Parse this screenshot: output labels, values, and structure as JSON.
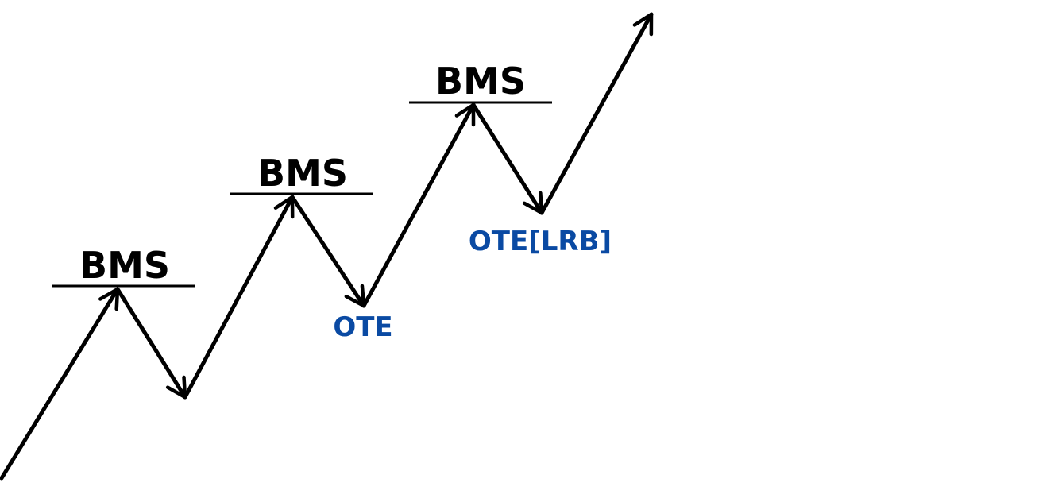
{
  "colors": {
    "background": "#ffffff",
    "line": "#000000",
    "bms_text": "#000000",
    "ote_text": "#0a4aa3"
  },
  "labels": {
    "bms_1": "BMS",
    "bms_2": "BMS",
    "bms_3": "BMS",
    "ote": "OTE",
    "ote_lrb": "OTE[LRB]"
  }
}
